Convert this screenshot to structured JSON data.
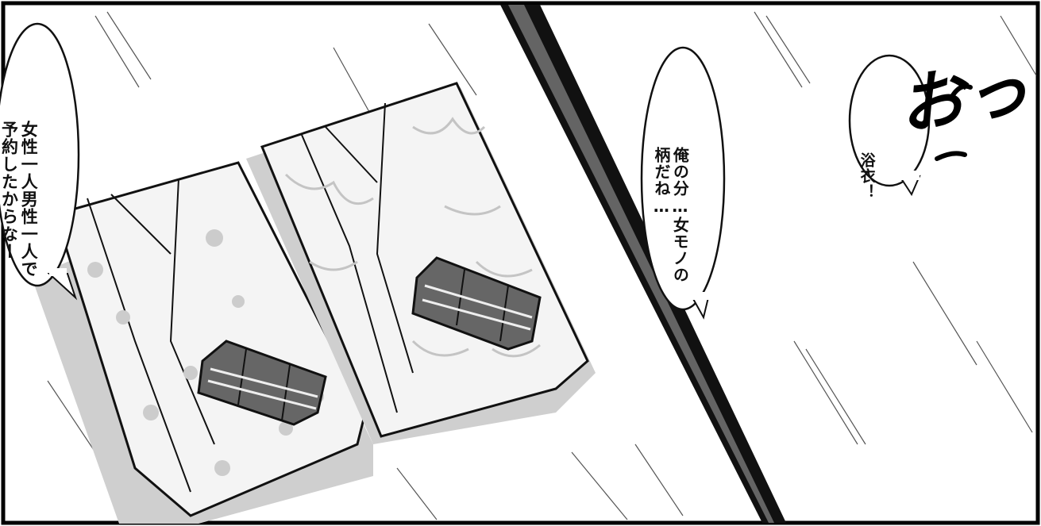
{
  "bubbles": {
    "left": {
      "lines": [
        "女性一人男性一人で",
        "予約したからなー"
      ]
    },
    "middle": {
      "lines": [
        "俺の分…女モノの",
        "柄だね…"
      ]
    },
    "right": {
      "lines": [
        "浴衣！"
      ]
    }
  },
  "sfx": {
    "text": "おっ"
  }
}
